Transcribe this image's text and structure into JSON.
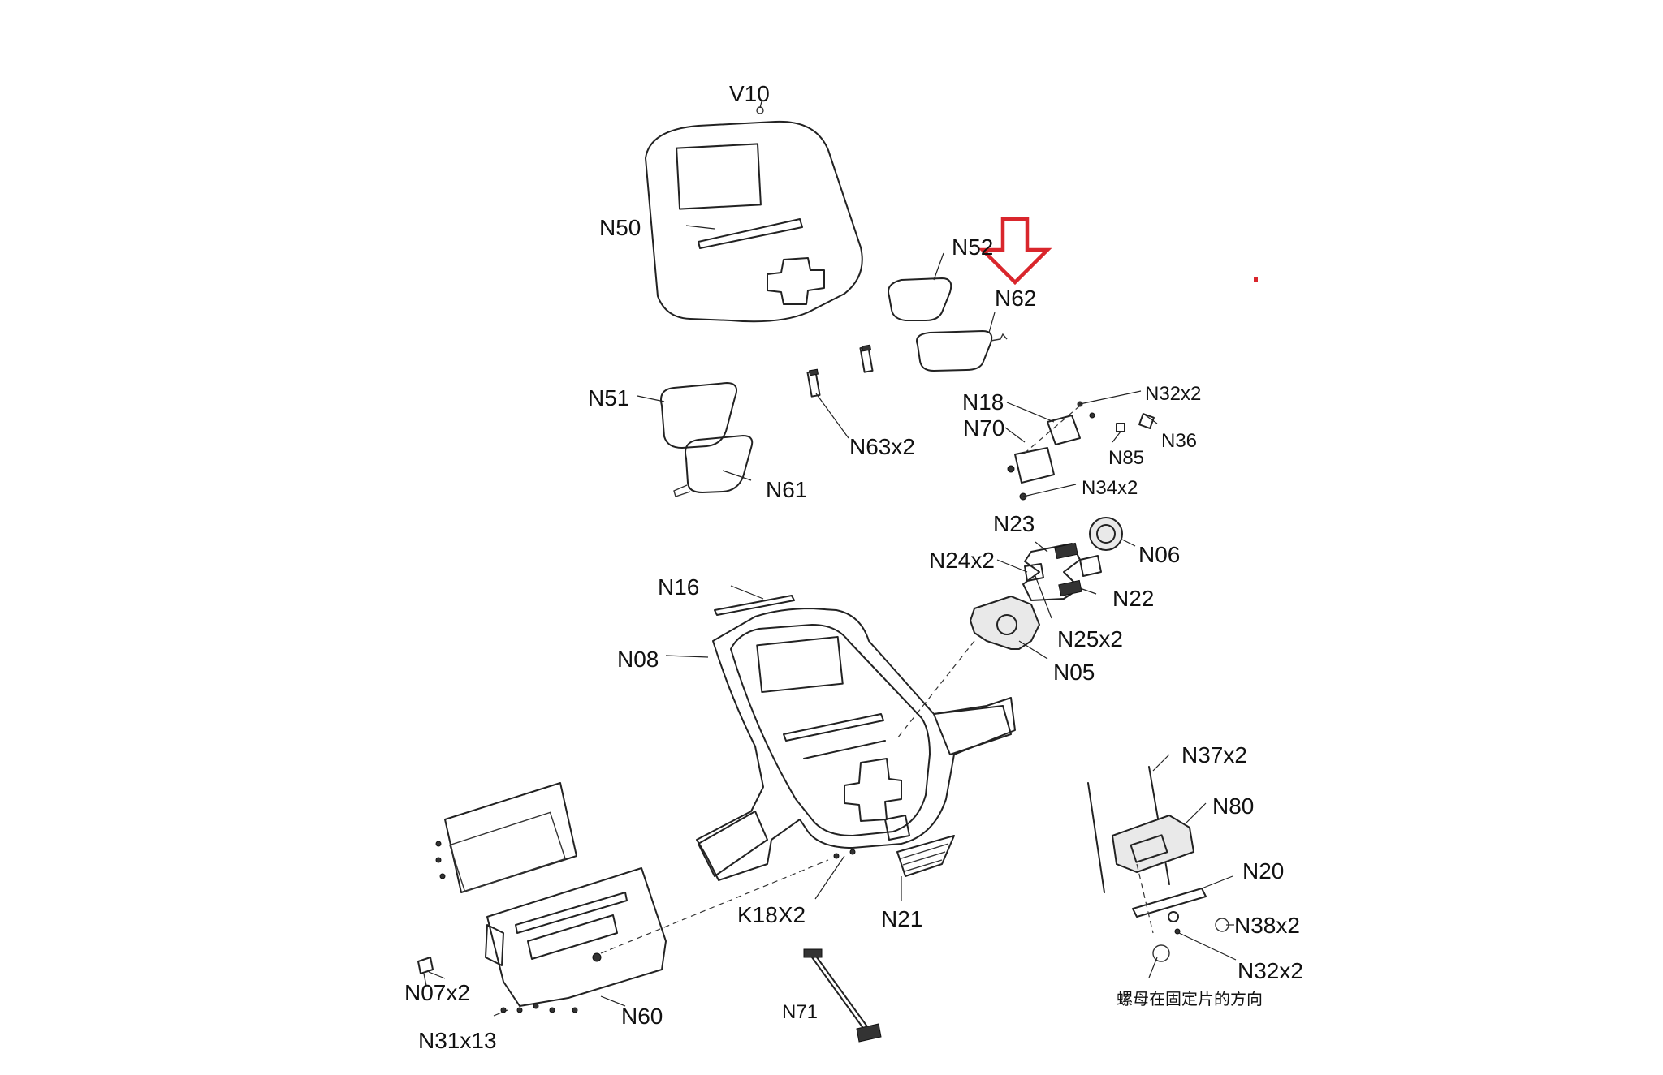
{
  "labels": {
    "V10": "V10",
    "N50": "N50",
    "N52": "N52",
    "N62": "N62",
    "N51": "N51",
    "N63": "N63x2",
    "N61": "N61",
    "N18": "N18",
    "N70": "N70",
    "N32_top": "N32x2",
    "N36": "N36",
    "N85": "N85",
    "N34": "N34x2",
    "N23": "N23",
    "N06": "N06",
    "N24": "N24x2",
    "N22": "N22",
    "N16": "N16",
    "N25": "N25x2",
    "N08": "N08",
    "N05": "N05",
    "N37": "N37x2",
    "N80": "N80",
    "N20": "N20",
    "K18": "K18X2",
    "N21": "N21",
    "N38": "N38x2",
    "N32_bottom": "N32x2",
    "N07": "N07x2",
    "N60": "N60",
    "N71": "N71",
    "N31": "N31x13"
  },
  "note": "螺母在固定片的方向",
  "colors": {
    "highlight_arrow": "#d9262c",
    "line": "#222222"
  }
}
